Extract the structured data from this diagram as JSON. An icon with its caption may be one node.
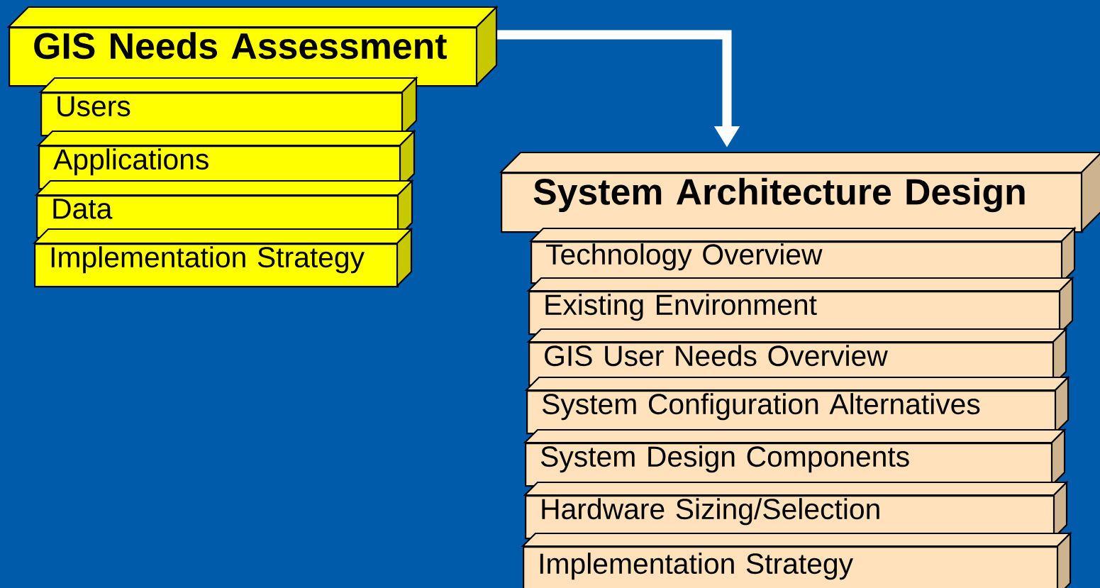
{
  "diagram": {
    "nodes": [
      {
        "text": [
          "GIS Needs Assessment"
        ]
      },
      {
        "text": [
          "Users"
        ]
      },
      {
        "text": [
          "Applications"
        ]
      },
      {
        "text": [
          "Data"
        ]
      },
      {
        "text": [
          "Implementation Strategy"
        ]
      },
      {
        "text": [
          "System Architecture Design"
        ]
      },
      {
        "text": [
          "Technology Overview"
        ]
      },
      {
        "text": [
          "Existing Environment"
        ]
      },
      {
        "text": [
          "GIS User Needs Overview"
        ]
      },
      {
        "text": [
          "System Configuration Alternatives"
        ]
      },
      {
        "text": [
          "System Design Components"
        ]
      },
      {
        "text": [
          "Hardware Sizing/Selection"
        ]
      },
      {
        "text": [
          "Implementation Strategy"
        ]
      }
    ],
    "edges": [
      {
        "from": 0,
        "to": 5,
        "arrow": "to"
      }
    ]
  }
}
